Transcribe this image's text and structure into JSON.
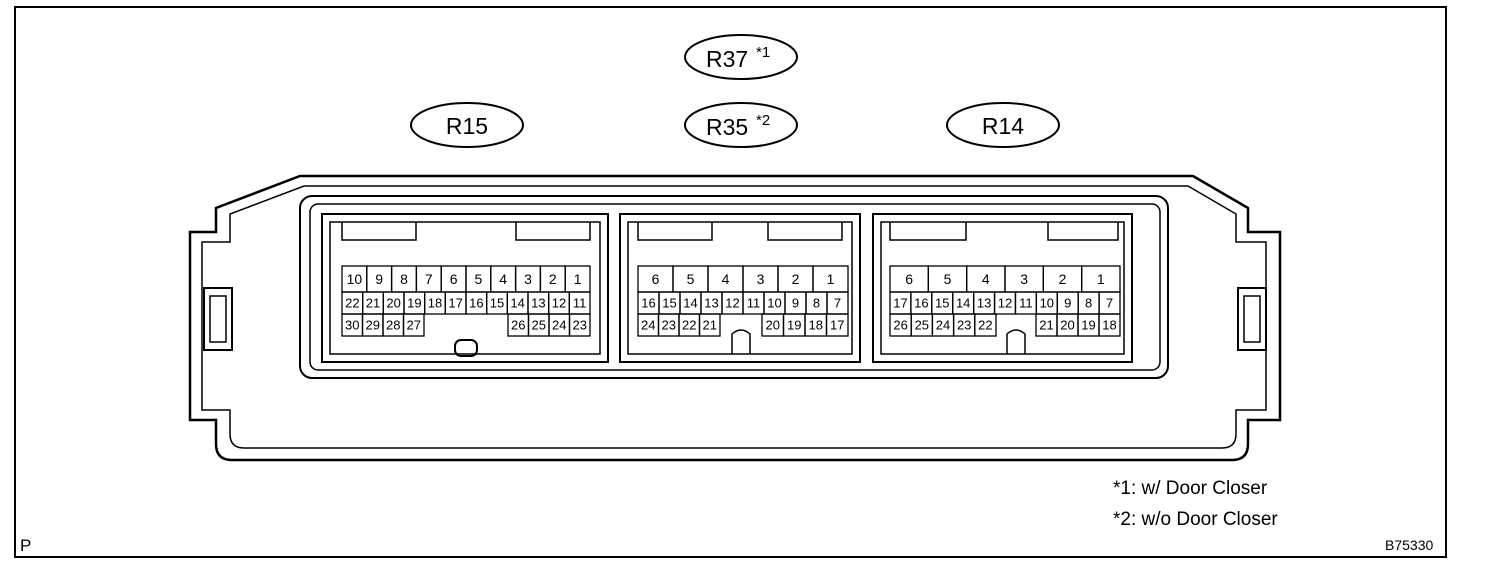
{
  "connector_labels": {
    "r37": {
      "text": "R37",
      "mark": "*1"
    },
    "r35": {
      "text": "R35",
      "mark": "*2"
    },
    "r15": {
      "text": "R15"
    },
    "r14": {
      "text": "R14"
    }
  },
  "notes": [
    {
      "mark": "*1",
      "text": ": w/ Door Closer"
    },
    {
      "mark": "*2",
      "text": ": w/o Door Closer"
    }
  ],
  "figure_code": "B75330",
  "corner_letter": "P",
  "pins": {
    "r15": {
      "row1": [
        "10",
        "9",
        "8",
        "7",
        "6",
        "5",
        "4",
        "3",
        "2",
        "1"
      ],
      "row2": [
        "22",
        "21",
        "20",
        "19",
        "18",
        "17",
        "16",
        "15",
        "14",
        "13",
        "12",
        "11"
      ],
      "row3_left": [
        "30",
        "29",
        "28",
        "27"
      ],
      "row3_right": [
        "26",
        "25",
        "24",
        "23"
      ]
    },
    "r35_r37": {
      "row1": [
        "6",
        "5",
        "4",
        "3",
        "2",
        "1"
      ],
      "row2": [
        "16",
        "15",
        "14",
        "13",
        "12",
        "11",
        "10",
        "9",
        "8",
        "7"
      ],
      "row3_left": [
        "24",
        "23",
        "22",
        "21"
      ],
      "row3_right": [
        "20",
        "19",
        "18",
        "17"
      ]
    },
    "r14": {
      "row1": [
        "6",
        "5",
        "4",
        "3",
        "2",
        "1"
      ],
      "row2": [
        "17",
        "16",
        "15",
        "14",
        "13",
        "12",
        "11",
        "10",
        "9",
        "8",
        "7"
      ],
      "row3_left": [
        "26",
        "25",
        "24",
        "23",
        "22"
      ],
      "row3_right": [
        "21",
        "20",
        "19",
        "18"
      ]
    }
  }
}
